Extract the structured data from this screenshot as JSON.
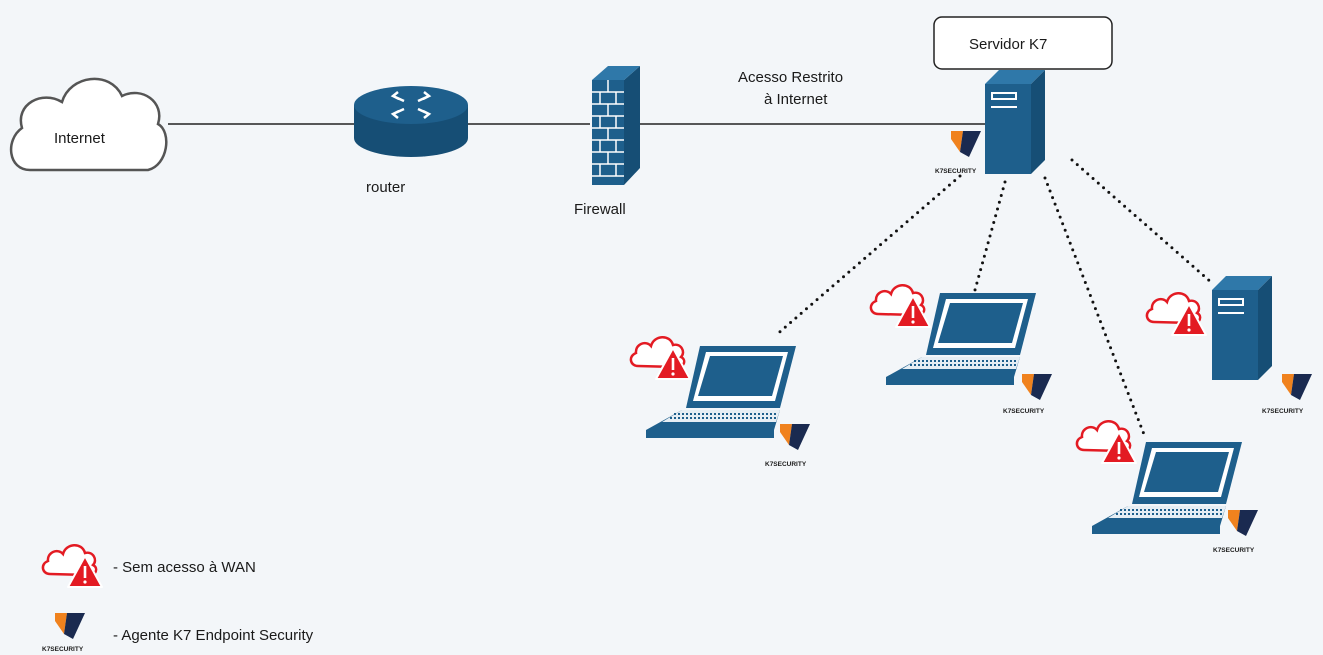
{
  "nodes": {
    "internet": "Internet",
    "router": "router",
    "firewall": "Firewall",
    "server_box": "Servidor K7",
    "restricted_line1": "Acesso Restrito",
    "restricted_line2": "à Internet"
  },
  "k7_logo_text": "K7SECURITY",
  "legend": {
    "no_wan": "- Sem acesso à WAN",
    "agent": "- Agente K7 Endpoint Security"
  },
  "colors": {
    "device_blue": "#1e5f8c",
    "alert_red": "#e31b23",
    "k7_orange": "#f0821e",
    "k7_navy": "#1a2a50"
  }
}
